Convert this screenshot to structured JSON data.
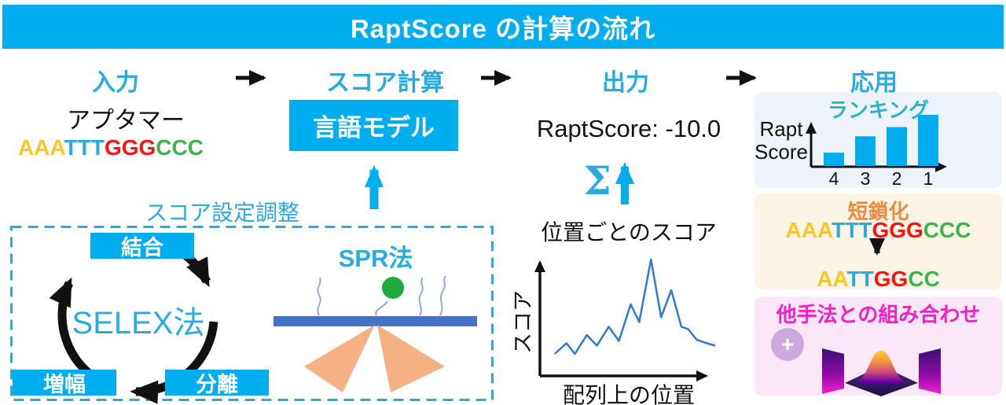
{
  "banner": {
    "title": "RaptScore の計算の流れ"
  },
  "colors": {
    "cyan": "#00AEEF",
    "cyan_text": "#29ABE2",
    "line_blue": "#2E79D6",
    "spr_bar_blue": "#4472C4",
    "beam_orange": "#F5B183",
    "analyte_green": "#1EA93C",
    "seq_A": "#FFC425",
    "seq_T": "#29ABE2",
    "seq_G": "#FF1111",
    "seq_C": "#3AB54A",
    "rank_title": "#2BB3C9",
    "shorten_title": "#ED8A3F",
    "combo_title": "#F21FC4",
    "panel_rank_bg": "#EDF3F9",
    "panel_shorten_bg": "#FCF5E5",
    "panel_combo_bg": "#FBE7F8",
    "plus_circle": "#CDA9E0"
  },
  "steps": [
    {
      "label": "入力"
    },
    {
      "label": "スコア計算"
    },
    {
      "label": "出力"
    },
    {
      "label": "応用"
    }
  ],
  "input": {
    "title": "アプタマー",
    "sequence": [
      {
        "text": "AAA",
        "color": "#FFC425"
      },
      {
        "text": "TTT",
        "color": "#29ABE2"
      },
      {
        "text": "GGG",
        "color": "#FF1111"
      },
      {
        "text": "CCC",
        "color": "#3AB54A"
      }
    ]
  },
  "score_calc": {
    "box_label": "言語モデル"
  },
  "output": {
    "result_label": "RaptScore: -10.0",
    "sigma": "Σ",
    "chart_title": "位置ごとのスコア",
    "ylabel": "スコア",
    "xlabel": "配列上の位置"
  },
  "applications": {
    "ranking": {
      "title": "ランキング",
      "ylabel_line1": "Rapt",
      "ylabel_line2": "Score"
    },
    "truncation": {
      "title": "短鎖化",
      "seq_before": [
        {
          "text": "AAA",
          "color": "#FFC425"
        },
        {
          "text": "TTT",
          "color": "#29ABE2"
        },
        {
          "text": "GGG",
          "color": "#FF1111"
        },
        {
          "text": "CCC",
          "color": "#3AB54A"
        }
      ],
      "seq_after": [
        {
          "text": "AA",
          "color": "#FFC425"
        },
        {
          "text": "TT",
          "color": "#29ABE2"
        },
        {
          "text": "GG",
          "color": "#FF1111"
        },
        {
          "text": "CC",
          "color": "#3AB54A"
        }
      ]
    },
    "combination": {
      "title": "他手法との組み合わせ",
      "plus": "+"
    }
  },
  "tuning": {
    "title": "スコア設定調整",
    "selex": {
      "center_label": "SELEX法",
      "nodes": [
        {
          "label": "結合"
        },
        {
          "label": "増幅"
        },
        {
          "label": "分離"
        }
      ]
    },
    "spr": {
      "title": "SPR法"
    }
  },
  "chart_data": [
    {
      "type": "line",
      "title": "位置ごとのスコア",
      "xlabel": "配列上の位置",
      "ylabel": "スコア",
      "color": "#2E79D6",
      "x_frac": [
        0.05,
        0.12,
        0.17,
        0.24,
        0.3,
        0.37,
        0.43,
        0.5,
        0.55,
        0.62,
        0.68,
        0.74,
        0.8,
        0.84,
        0.89,
        0.95,
        1.0
      ],
      "y_frac": [
        0.16,
        0.25,
        0.16,
        0.32,
        0.23,
        0.39,
        0.27,
        0.58,
        0.43,
        0.96,
        0.47,
        0.7,
        0.39,
        0.37,
        0.28,
        0.25,
        0.23
      ]
    },
    {
      "type": "bar",
      "title": "ランキング",
      "ylabel": "Rapt Score",
      "categories": [
        "4",
        "3",
        "2",
        "1"
      ],
      "values": [
        0.26,
        0.58,
        0.76,
        1.0
      ],
      "color": "#00AEEF",
      "note": "values are relative bar heights, rank 1 highest"
    }
  ]
}
